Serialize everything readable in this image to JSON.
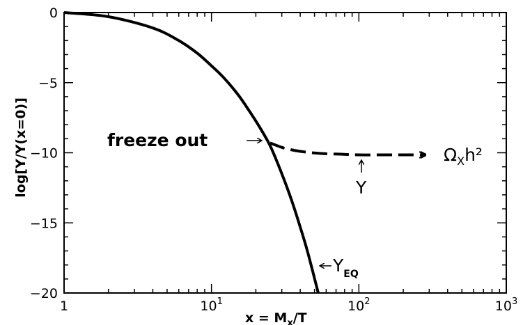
{
  "chart_data": {
    "type": "line",
    "xlabel": "x = M",
    "xlabel_sub": "x",
    "xlabel_tail": "/T",
    "ylabel": "log[Y/Y(x=0)]",
    "xscale": "log",
    "xlim": [
      1,
      1000
    ],
    "ylim": [
      -20,
      0
    ],
    "x_ticks": [
      {
        "value": 1,
        "base": "1",
        "exp": ""
      },
      {
        "value": 10,
        "base": "10",
        "exp": "1"
      },
      {
        "value": 100,
        "base": "10",
        "exp": "2"
      },
      {
        "value": 1000,
        "base": "10",
        "exp": "3"
      }
    ],
    "y_ticks": [
      0,
      -5,
      -10,
      -15,
      -20
    ],
    "y_tick_labels": [
      "0",
      "−5",
      "−10",
      "−15",
      "−20"
    ],
    "series": [
      {
        "name": "Y_EQ",
        "style": "solid",
        "x": [
          1.0,
          2.0,
          4.0,
          6.0,
          8.0,
          10.0,
          12.0,
          15.0,
          18.0,
          21.0,
          25.0,
          30.0,
          35.0,
          40.0,
          45.0,
          53.0
        ],
        "y": [
          0.0,
          -0.3,
          -1.1,
          -2.0,
          -2.9,
          -3.8,
          -4.6,
          -5.8,
          -7.0,
          -8.1,
          -9.5,
          -11.5,
          -13.4,
          -15.3,
          -17.1,
          -20.0
        ]
      },
      {
        "name": "Y",
        "style": "dashed",
        "x": [
          25.0,
          28.0,
          32.0,
          40.0,
          55.0,
          75.0,
          100.0,
          150.0,
          200.0,
          280.0
        ],
        "y": [
          -9.3,
          -9.5,
          -9.7,
          -9.9,
          -10.05,
          -10.1,
          -10.15,
          -10.15,
          -10.15,
          -10.15
        ]
      }
    ],
    "annotations": {
      "freeze_out": "freeze out",
      "omega_main": "Ω",
      "omega_sub": "X",
      "omega_tail": "h²",
      "y_label": "Y",
      "yeq_main": "Y",
      "yeq_sub": "EQ"
    },
    "grid": false,
    "legend": "none"
  }
}
